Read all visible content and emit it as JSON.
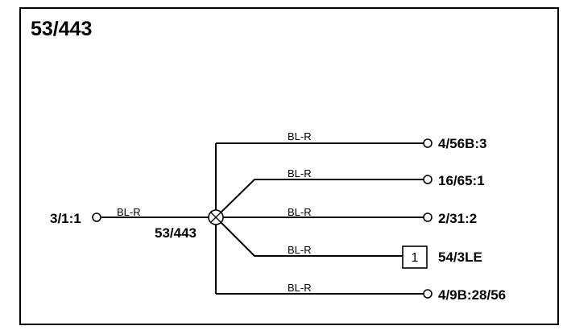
{
  "title": "53/443",
  "splice": {
    "label": "53/443"
  },
  "source": {
    "label": "3/1:1",
    "wire": "BL-R"
  },
  "branches": [
    {
      "wire": "BL-R",
      "label": "4/56B:3",
      "terminal": "circle"
    },
    {
      "wire": "BL-R",
      "label": "16/65:1",
      "terminal": "circle"
    },
    {
      "wire": "BL-R",
      "label": "2/31:2",
      "terminal": "circle"
    },
    {
      "wire": "BL-R",
      "label": "54/3LE",
      "terminal": "box",
      "box_label": "1"
    },
    {
      "wire": "BL-R",
      "label": "4/9B:28/56",
      "terminal": "circle"
    }
  ]
}
